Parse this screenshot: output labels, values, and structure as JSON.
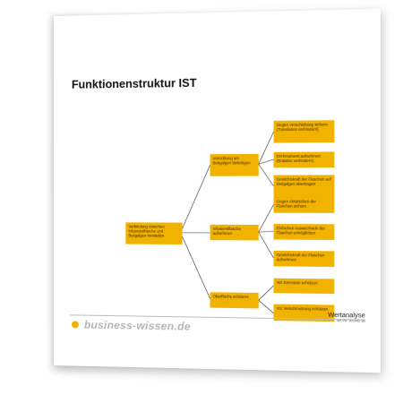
{
  "document": {
    "title": "Funktionenstruktur IST"
  },
  "tree": {
    "root": "Verbindung zwischen Infusionsflasche und Beitgalgen herstellen",
    "branches": [
      {
        "label": "Vorrichtung am Beitgalgen befestigen",
        "leaves": [
          "Gegen Verschiebung sichern (Translation verhindern)",
          "Drehmoment aufnehmen (Rotation verhindern)",
          "Gewichtskraft der Flaschen auf Beitgalgen übertragen"
        ]
      },
      {
        "label": "Infusionsflasche aufnehmen",
        "leaves": [
          "Gegen Abrutschen der Flaschen sichern",
          "Einfaches Auswechseln der Flaschen ermöglichen",
          "Gewichtskraft der Flaschen aufnehmen"
        ]
      },
      {
        "label": "Oberfläche schützen",
        "leaves": [
          "Vor Kerrosion schützen",
          "Vor Verschmutzung schützen"
        ]
      }
    ]
  },
  "footer": {
    "brand": "business-wissen.de",
    "doc_title": "Wertanalyse",
    "article_no": "Art.-Nr. 901042.36"
  },
  "colors": {
    "accent": "#f2b200",
    "line": "#333333",
    "brand_text": "#b5b5b5"
  }
}
